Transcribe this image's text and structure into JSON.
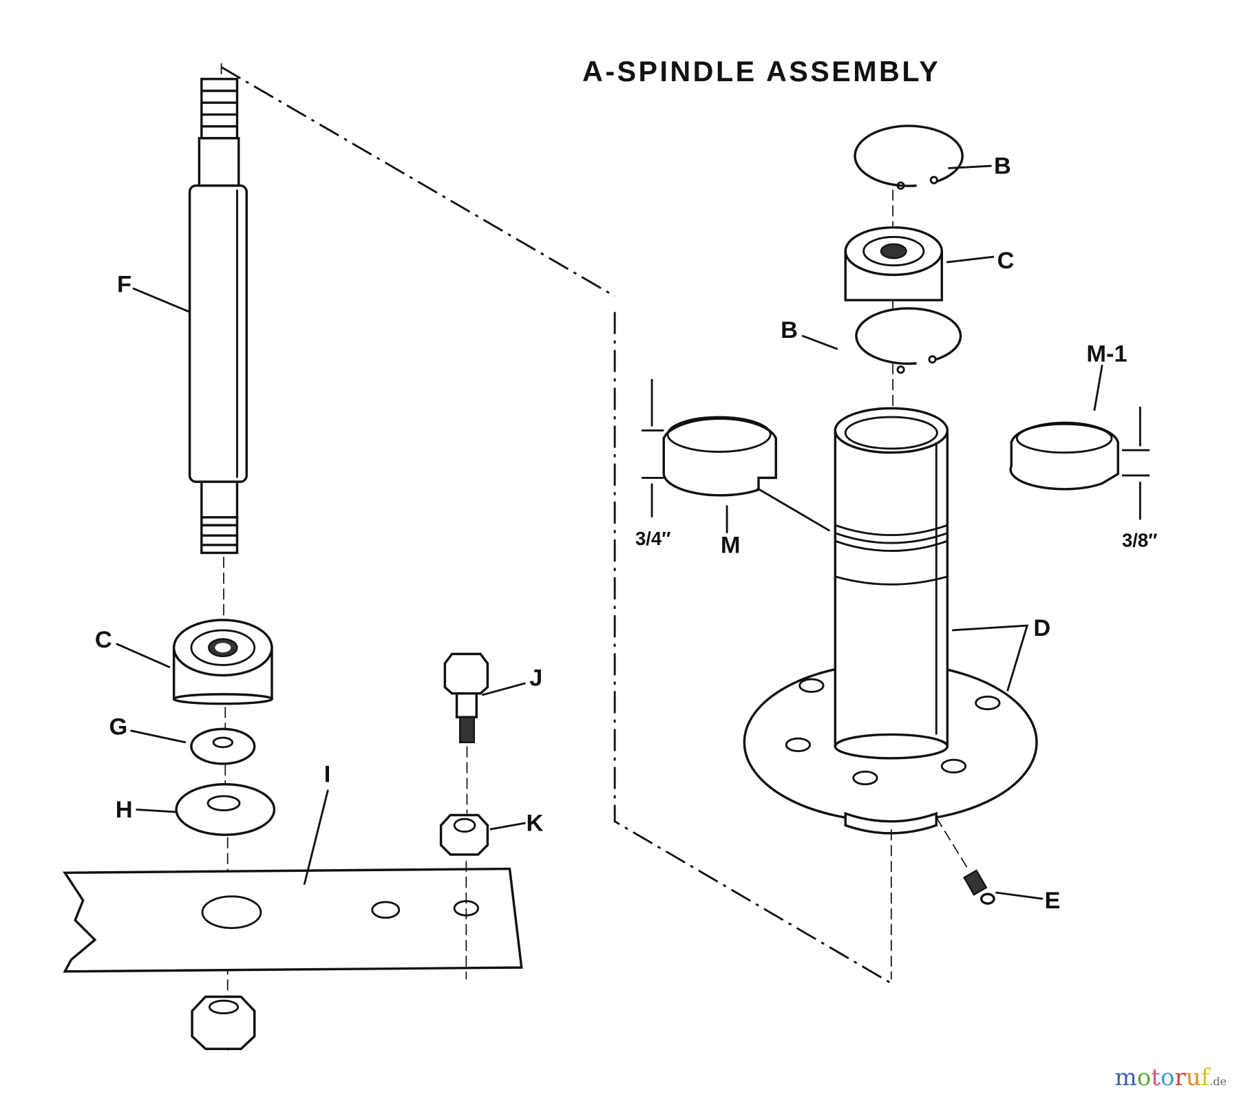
{
  "title": "A-SPINDLE ASSEMBLY",
  "labels": {
    "b_top": "B",
    "c_top": "C",
    "b_lower": "B",
    "m1": "M-1",
    "m": "M",
    "dim_34": "3/4″",
    "dim_38": "3/8″",
    "d": "D",
    "e": "E",
    "f": "F",
    "c_left": "C",
    "j": "J",
    "g": "G",
    "h": "H",
    "i": "I",
    "k": "K"
  },
  "watermark": {
    "name": "motoruf",
    "tld": ".de",
    "colors": [
      "#3a5fa8",
      "#5aa83a",
      "#e0508a",
      "#3a9ad0",
      "#d04030",
      "#e08a20",
      "#e0c020"
    ]
  }
}
